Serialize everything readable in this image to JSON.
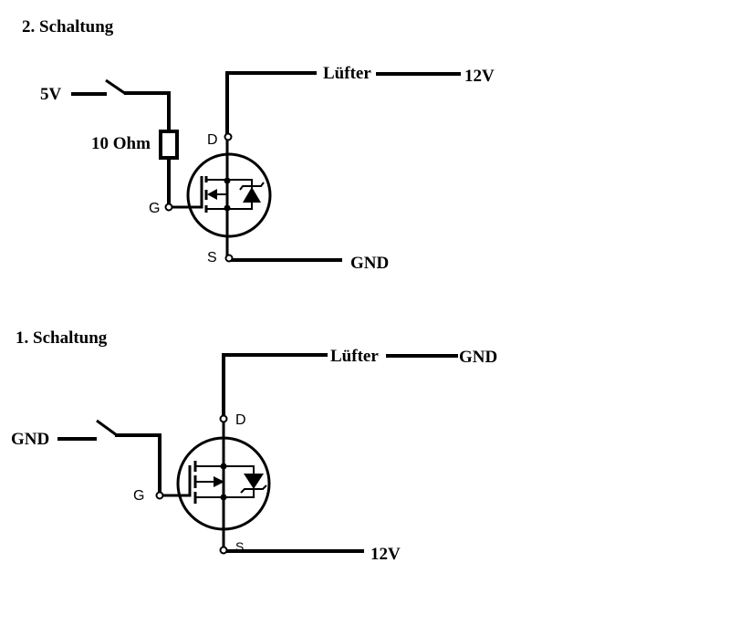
{
  "circuit2": {
    "title": "2. Schaltung",
    "supply_label": "5V",
    "resistor_label": "10 Ohm",
    "load_label": "Lüfter",
    "drain_supply_label": "12V",
    "source_label": "GND",
    "pin_d": "D",
    "pin_g": "G",
    "pin_s": "S"
  },
  "circuit1": {
    "title": "1. Schaltung",
    "supply_label": "GND",
    "load_label": "Lüfter",
    "drain_supply_label": "GND",
    "source_label": "12V",
    "pin_d": "D",
    "pin_g": "G",
    "pin_s": "S"
  }
}
